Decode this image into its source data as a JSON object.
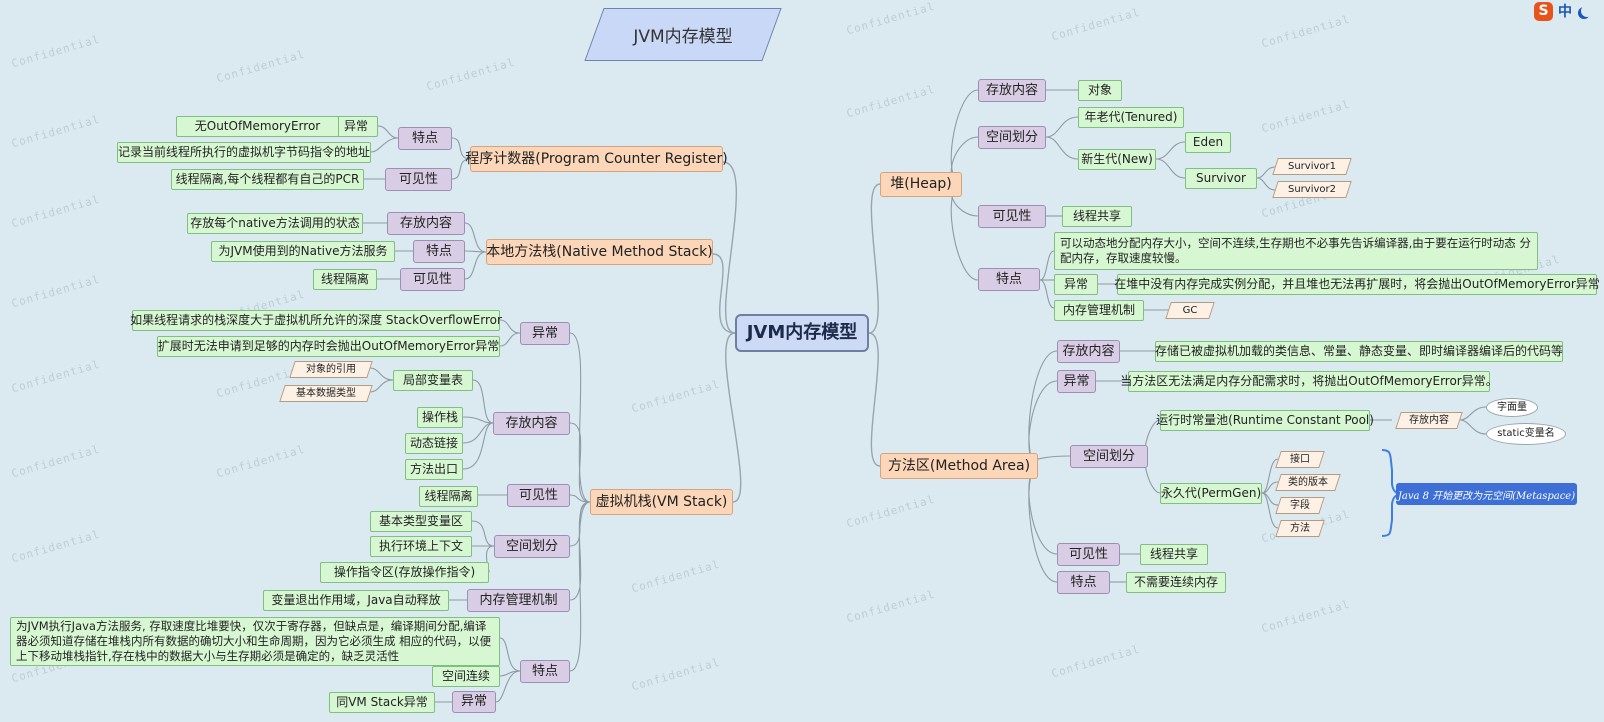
{
  "title": "JVM内存模型",
  "root": "JVM内存模型",
  "watermark": "Confidential",
  "ime": {
    "s": "S",
    "lang": "中"
  },
  "note": "Java 8 开始更改为元空间(Metaspace)",
  "pcr": {
    "label": "程序计数器(Program Counter Register)",
    "feature": "特点",
    "exception": "异常",
    "no_oom": "无OutOfMemoryError",
    "record": "记录当前线程所执行的虚拟机字节码指令的地址",
    "visibility": "可见性",
    "isolation": "线程隔离,每个线程都有自己的PCR"
  },
  "native_stack": {
    "label": "本地方法栈(Native Method Stack)",
    "storage": "存放内容",
    "storage_value": "存放每个native方法调用的状态",
    "feature": "特点",
    "feature_value": "为JVM使用到的Native方法服务",
    "visibility": "可见性",
    "visibility_value": "线程隔离"
  },
  "vm_stack": {
    "label": "虚拟机栈(VM Stack)",
    "exception": "异常",
    "exc_so": "如果线程请求的栈深度大于虚拟机所允许的深度 StackOverflowError",
    "exc_oom": "扩展时无法申请到足够的内存时会抛出OutOfMemoryError异常",
    "storage": "存放内容",
    "local_vars": "局部变量表",
    "obj_ref": "对象的引用",
    "basic_types": "基本数据类型",
    "operand_stack": "操作栈",
    "dynamic_link": "动态链接",
    "method_exit": "方法出口",
    "visibility": "可见性",
    "visibility_value": "线程隔离",
    "space": "空间划分",
    "space_basic": "基本类型变量区",
    "space_ctx": "执行环境上下文",
    "space_op": "操作指令区(存放操作指令)",
    "mem_mgmt": "内存管理机制",
    "mem_mgmt_value": "变量退出作用域，Java自动释放",
    "feature": "特点",
    "feature_desc": "为JVM执行Java方法服务, 存取速度比堆要快，仅次于寄存器，但缺点是，编译期间分配,编译器必须知道存储在堆栈内所有数据的确切大小和生命周期，因为它必须生成 相应的代码，以便上下移动堆栈指针,存在栈中的数据大小与生存期必须是确定的，缺乏灵活性",
    "contiguous": "空间连续",
    "exception2": "异常",
    "exception2_value": "同VM Stack异常"
  },
  "heap": {
    "label": "堆(Heap)",
    "storage": "存放内容",
    "storage_value": "对象",
    "space": "空间划分",
    "tenured": "年老代(Tenured)",
    "young": "新生代(New)",
    "eden": "Eden",
    "survivor": "Survivor",
    "survivor1": "Survivor1",
    "survivor2": "Survivor2",
    "visibility": "可见性",
    "visibility_value": "线程共享",
    "feature": "特点",
    "feature_desc": "可以动态地分配内存大小，空间不连续,生存期也不必事先告诉编译器,由于要在运行时动态 分配内存，存取速度较慢。",
    "exception": "异常",
    "exception_value": "在堆中没有内存完成实例分配，并且堆也无法再扩展时，将会抛出OutOfMemoryError异常",
    "mem_mgmt": "内存管理机制",
    "gc": "GC"
  },
  "method_area": {
    "label": "方法区(Method Area)",
    "storage": "存放内容",
    "storage_value": "存储已被虚拟机加载的类信息、常量、静态变量、即时编译器编译后的代码等",
    "exception": "异常",
    "exception_value": "当方法区无法满足内存分配需求时，将抛出OutOfMemoryError异常。",
    "space": "空间划分",
    "runtime_pool": "运行时常量池(Runtime Constant Pool)",
    "pool_storage": "存放内容",
    "literal": "字面量",
    "static_var": "static变量名",
    "permgen": "永久代(PermGen)",
    "interface": "接口",
    "class_version": "类的版本",
    "field": "字段",
    "method": "方法",
    "visibility": "可见性",
    "visibility_value": "线程共享",
    "feature": "特点",
    "feature_value": "不需要连续内存"
  }
}
